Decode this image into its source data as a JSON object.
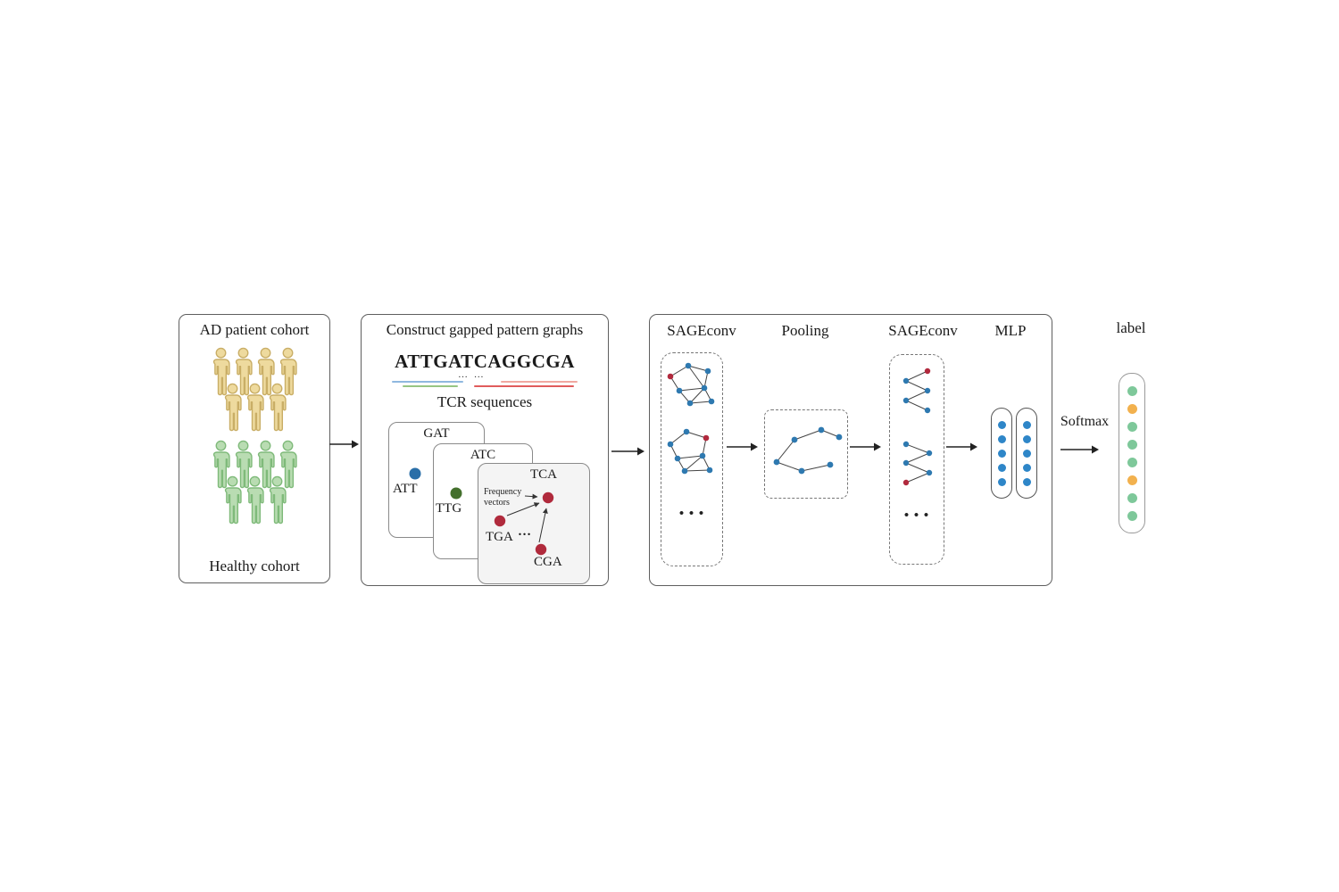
{
  "figure": {
    "cohorts": {
      "title": "AD patient cohort",
      "bottom_label": "Healthy cohort",
      "ad_group": {
        "rows": [
          4,
          3
        ],
        "fill": "#eeda9e",
        "stroke": "#c9ae66"
      },
      "healthy_group": {
        "rows": [
          4,
          3
        ],
        "fill": "#b9dcb2",
        "stroke": "#7fba7a"
      }
    },
    "pattern_box": {
      "title": "Construct gapped pattern graphs",
      "sequence": "ATTGATCAGGCGA",
      "gap_ellipsis": "… …",
      "subtitle": "TCR sequences",
      "underline_colors": [
        "#8fb8df",
        "#f0a8a0",
        "#96c583",
        "#e05c5c"
      ],
      "card_gat": {
        "title": "GAT",
        "node_label": "ATT",
        "node_color": "#2a6fa8"
      },
      "card_atc": {
        "title": "ATC",
        "node_label": "TTG",
        "node_color": "#44702d"
      },
      "card_tca": {
        "title": "TCA",
        "annotation": "Frequency\nvectors",
        "tga_label": "TGA",
        "cga_label": "CGA",
        "ellipsis": "…",
        "node_color": "#b02a3c"
      }
    },
    "gnn": {
      "sage1_label": "SAGEconv",
      "pooling_label": "Pooling",
      "sage2_label": "SAGEconv",
      "mlp_label": "MLP",
      "ellipsis": "• • •",
      "graph_node_colors": {
        "blue": "#2e79b0",
        "red": "#b1293d"
      },
      "mlp_capsules": [
        {
          "count": 5,
          "color": "#2e86c8"
        },
        {
          "count": 5,
          "color": "#2e86c8"
        }
      ]
    },
    "softmax_label": "Softmax",
    "output": {
      "title": "label",
      "dots": [
        "#7ec89a",
        "#f2b14e",
        "#7ec89a",
        "#7ec89a",
        "#7ec89a",
        "#f2b14e",
        "#7ec89a",
        "#7ec89a"
      ]
    }
  }
}
